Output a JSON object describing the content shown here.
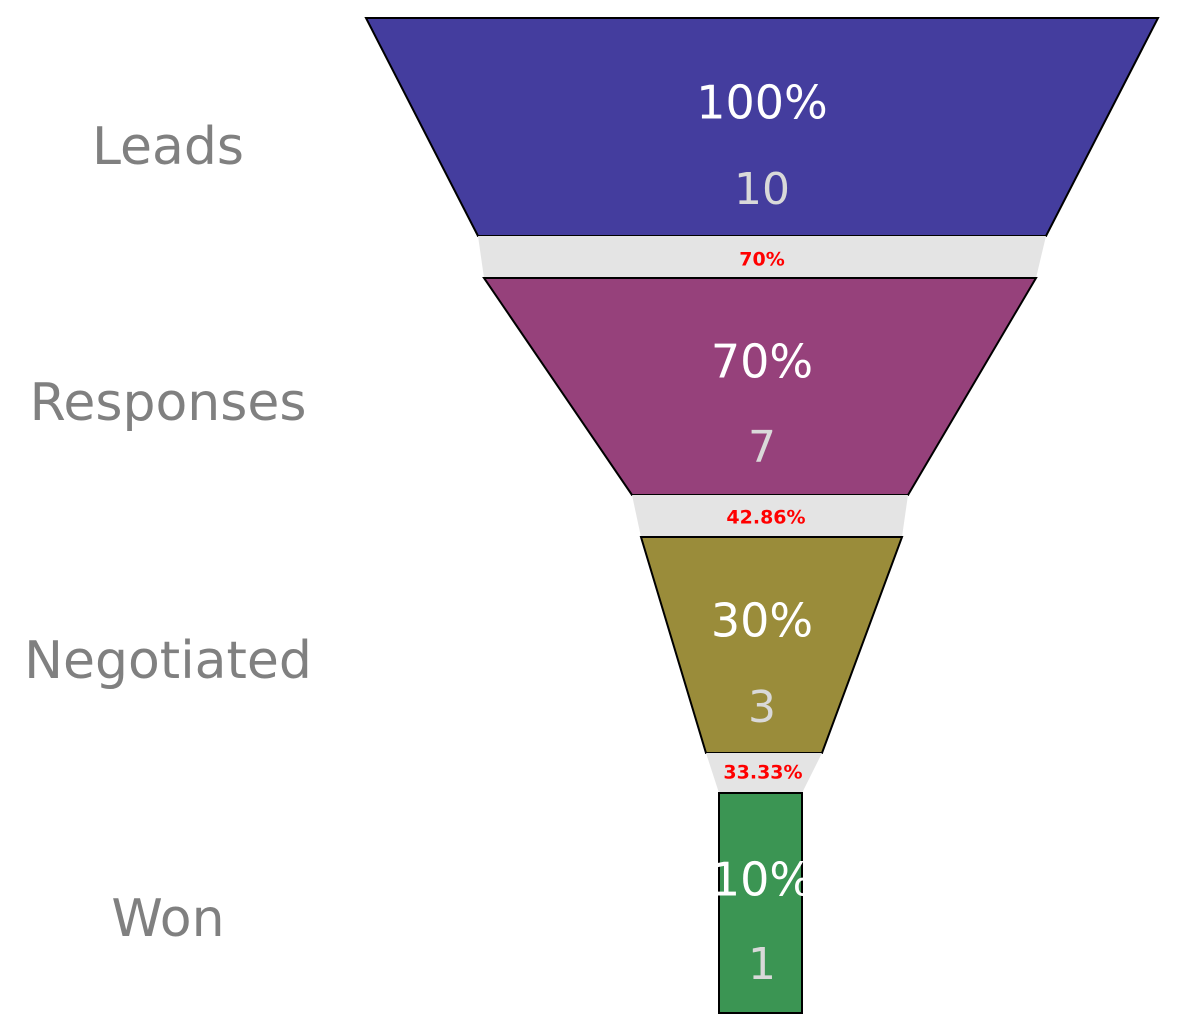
{
  "chart_data": {
    "type": "funnel",
    "title": "",
    "orientation": "vertical",
    "stages": [
      "Leads",
      "Responses",
      "Negotiated",
      "Won"
    ],
    "values": [
      10,
      7,
      3,
      1
    ],
    "percent_of_initial": [
      "100%",
      "70%",
      "30%",
      "10%"
    ],
    "stage_conversion": [
      "70%",
      "42.86%",
      "33.33%"
    ],
    "value_labels": [
      "10",
      "7",
      "3",
      "1"
    ],
    "colors": {
      "leads": "#443D9E",
      "responses": "#96417B",
      "negotiated": "#9A8C3A",
      "won": "#3B9553",
      "connector": "#E4E4E4",
      "label_text": "#808080",
      "percent_text": "#FFFFFF",
      "value_text": "#D9D9D9",
      "conversion_text": "#FF0000",
      "outline": "#000000",
      "background": "#FFFFFF"
    },
    "legend": "none",
    "grid": false,
    "axis_labels": {
      "x": "",
      "y": ""
    }
  },
  "funnel": {
    "segments": [
      {
        "name": "Leads",
        "label": "Leads",
        "percent": "100%",
        "value": "10",
        "color": "#443D9E"
      },
      {
        "name": "Responses",
        "label": "Responses",
        "percent": "70%",
        "value": "7",
        "color": "#96417B"
      },
      {
        "name": "Negotiated",
        "label": "Negotiated",
        "percent": "30%",
        "value": "3",
        "color": "#9A8C3A"
      },
      {
        "name": "Won",
        "label": "Won",
        "percent": "10%",
        "value": "1",
        "color": "#3B9553"
      }
    ],
    "connectors": [
      {
        "name": "leads-to-responses",
        "conversion": "70%"
      },
      {
        "name": "responses-to-negotiated",
        "conversion": "42.86%"
      },
      {
        "name": "negotiated-to-won",
        "conversion": "33.33%"
      }
    ]
  }
}
